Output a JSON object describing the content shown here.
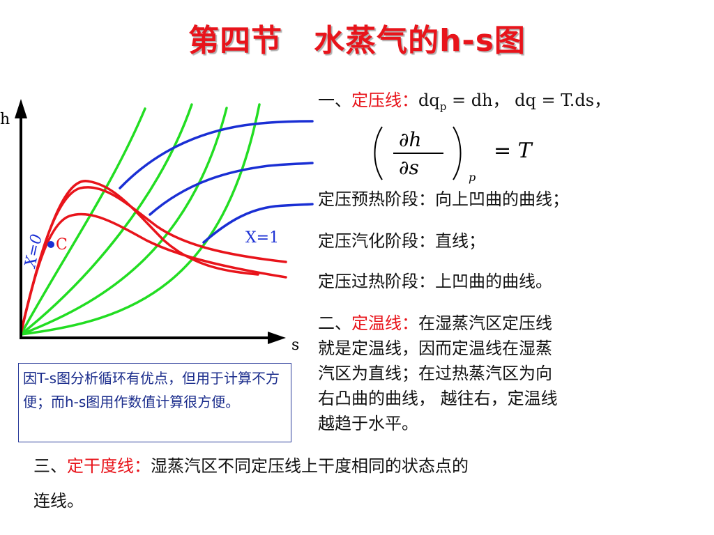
{
  "title": "第四节　水蒸气的h-s图",
  "diagram": {
    "axis_y_label": "h",
    "axis_x_label": "s",
    "x0_label": "X=0",
    "x1_label": "X=1",
    "point_label": "C",
    "colors": {
      "pressure_lines": "#e8141b",
      "temperature_lines": "#1a2fd4",
      "quality_lines": "#22dd22",
      "axes": "#000000",
      "point": "#1a2fd4"
    }
  },
  "section1": {
    "prefix": "一、",
    "head": "定压线：",
    "eq1": "dq",
    "eq1_sub": "p",
    "eq1_rest": " = dh，  dq = T.ds，",
    "formula": {
      "num": "∂h",
      "den": "∂s",
      "sub": "p",
      "rhs": "= T"
    },
    "line1": "定压预热阶段：向上凹曲的曲线；",
    "line2": "定压汽化阶段：直线；",
    "line3": "定压过热阶段：上凹曲的曲线。"
  },
  "section2": {
    "prefix": "二、",
    "head": "定温线：",
    "l1": "在湿蒸汽区定压线",
    "l2": "就是定温线，因而定温线在湿蒸",
    "l3": "汽区为直线；在过热蒸汽区为向",
    "l4": "右凸曲的曲线， 越往右，定温线",
    "l5": "越趋于水平。"
  },
  "section3": {
    "prefix": "三、",
    "head": "定干度线：",
    "l1": "湿蒸汽区不同定压线上干度相同的状态点的",
    "l2": "连线。"
  },
  "note": {
    "text": "因T-s图分析循环有优点，但用于计算不方便；而h-s图用作数值计算很方便。"
  }
}
